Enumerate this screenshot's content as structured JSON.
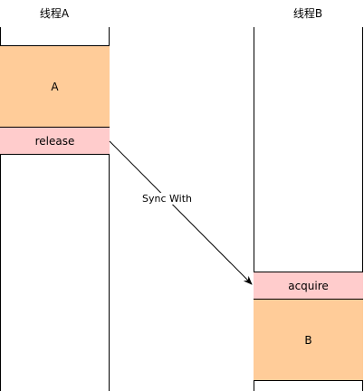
{
  "lanes": [
    {
      "title": "线程A"
    },
    {
      "title": "线程B"
    }
  ],
  "blocks": {
    "a_main": "A",
    "a_release": "release",
    "b_acquire": "acquire",
    "b_main": "B"
  },
  "edge": {
    "label": "Sync With"
  },
  "colors": {
    "orange": "#ffcc99",
    "pink": "#ffcccc"
  }
}
